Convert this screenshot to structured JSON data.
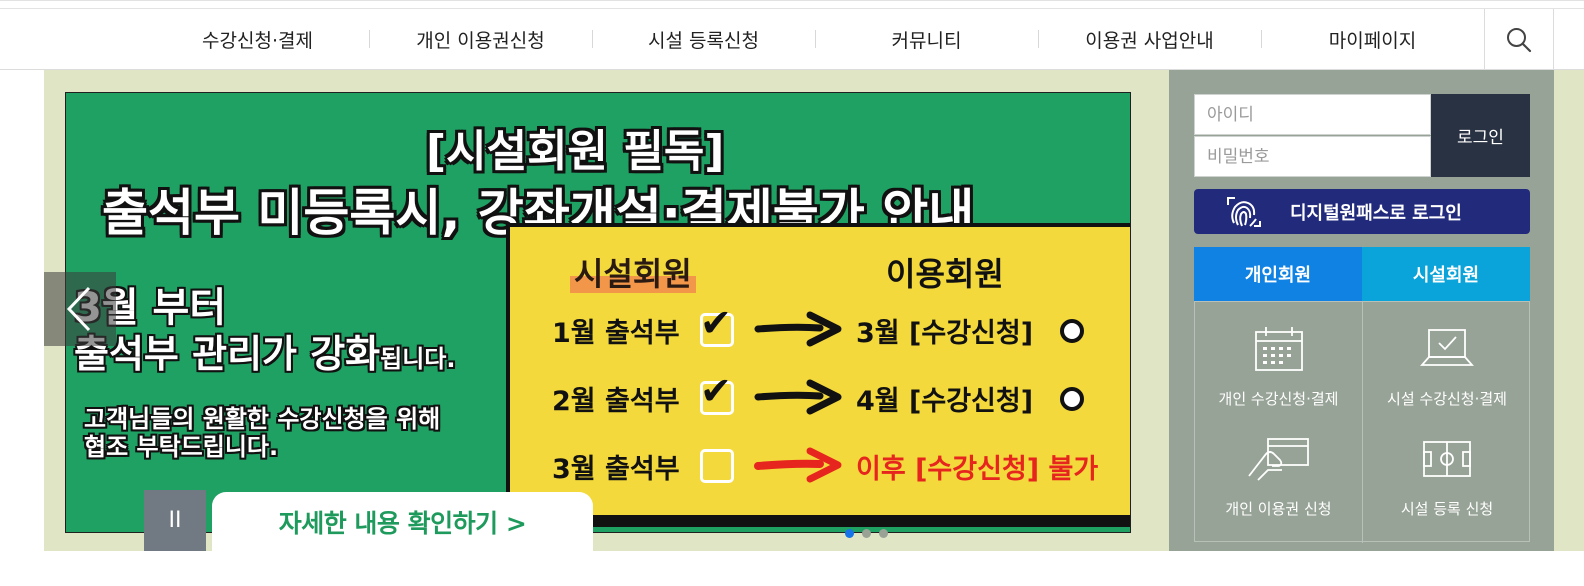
{
  "nav": {
    "items": [
      "수강신청·결제",
      "개인 이용권신청",
      "시설 등록신청",
      "커뮤니티",
      "이용권 사업안내",
      "마이페이지"
    ],
    "search_icon": "search-icon"
  },
  "banner": {
    "title1": "[시설회원 필독]",
    "title2": "출석부 미등록시, 강좌개설·결제불가 안내",
    "left_line1": "3월 부터",
    "left_line2": "출석부 관리가 강화",
    "left_line2_suffix": "됩니다.",
    "left_line3": "고객님들의 원활한 수강신청을 위해",
    "left_line4": "협조 부탁드립니다.",
    "card": {
      "header_left": "시설회원",
      "header_right": "이용회원",
      "rows": [
        {
          "left": "1월 출석부",
          "checked": true,
          "right": "3월 [수강신청]",
          "mark": "circle"
        },
        {
          "left": "2월 출석부",
          "checked": true,
          "right": "4월 [수강신청]",
          "mark": "circle"
        },
        {
          "left": "3월 출석부",
          "checked": false,
          "right": "이후 [수강신청] 불가",
          "mark": "none"
        }
      ],
      "check_glyph": "✔",
      "colors": {
        "arrow_black": "#111111",
        "arrow_red": "#e6251f",
        "card_bg": "#f3d93b",
        "banner_bg": "#1ea163"
      }
    },
    "prev_icon": "chevron-left-icon",
    "pause_label": "II",
    "detail_label": "자세한 내용 확인하기 >",
    "dots_active_index": 0
  },
  "login": {
    "id_placeholder": "아이디",
    "pw_placeholder": "비밀번호",
    "login_label": "로그인",
    "digital_onepass_label": "디지털원패스로 로그인"
  },
  "member_tabs": {
    "personal": "개인회원",
    "facility": "시설회원"
  },
  "quick_links": [
    {
      "label": "개인 수강신청·결제",
      "icon": "calendar-icon"
    },
    {
      "label": "시설 수강신청·결제",
      "icon": "laptop-check-icon"
    },
    {
      "label": "개인 이용권 신청",
      "icon": "hand-card-icon"
    },
    {
      "label": "시설 등록 신청",
      "icon": "field-icon"
    }
  ]
}
